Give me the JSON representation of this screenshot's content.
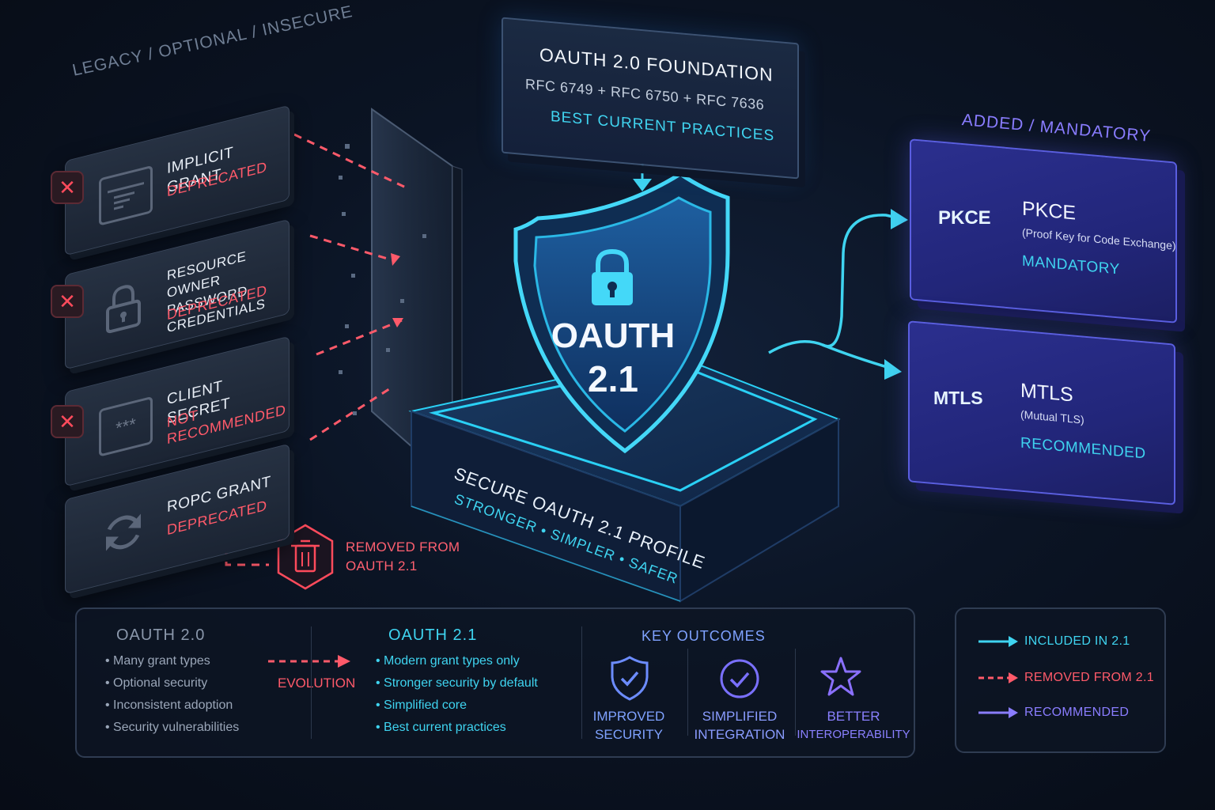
{
  "sections": {
    "legacy_label": "LEGACY / OPTIONAL / INSECURE",
    "added_label": "ADDED / MANDATORY"
  },
  "legacy_cards": [
    {
      "title": "IMPLICIT GRANT",
      "status": "DEPRECATED",
      "icon": "browser-window-icon"
    },
    {
      "title": "RESOURCE OWNER PASSWORD CREDENTIALS",
      "title_line1": "RESOURCE OWNER",
      "title_line2": "PASSWORD CREDENTIALS",
      "status": "DEPRECATED",
      "icon": "lock-icon"
    },
    {
      "title": "CLIENT SECRET",
      "status": "NOT RECOMMENDED",
      "icon": "password-field-icon",
      "icon_glyph": "***"
    },
    {
      "title": "ROPC GRANT",
      "status": "DEPRECATED",
      "icon": "refresh-icon"
    }
  ],
  "removed": {
    "line1": "REMOVED FROM",
    "line2": "OAUTH 2.1",
    "icon": "trash-icon"
  },
  "foundation": {
    "title": "OAUTH 2.0 FOUNDATION",
    "rfc": [
      "RFC 6749",
      "RFC 6750",
      "RFC 7636"
    ],
    "rfc_line": "RFC 6749  +  RFC 6750  +  RFC 7636",
    "bcp": "BEST CURRENT PRACTICES"
  },
  "center": {
    "shield_line1": "OAUTH",
    "shield_line2": "2.1",
    "platform_title": "SECURE OAUTH 2.1 PROFILE",
    "platform_tagline": "STRONGER  •  SIMPLER  •  SAFER"
  },
  "right_cards": [
    {
      "badge": "PKCE",
      "name": "PKCE",
      "sub": "(Proof Key for Code Exchange)",
      "status": "MANDATORY"
    },
    {
      "badge": "MTLS",
      "name": "MTLS",
      "sub": "(Mutual TLS)",
      "status": "RECOMMENDED"
    }
  ],
  "summary": {
    "oauth20": {
      "title": "OAUTH 2.0",
      "bullets": [
        "Many grant types",
        "Optional security",
        "Inconsistent adoption",
        "Security vulnerabilities"
      ]
    },
    "evolution_label": "EVOLUTION",
    "oauth21": {
      "title": "OAUTH 2.1",
      "bullets": [
        "Modern grant types only",
        "Stronger security by default",
        "Simplified core",
        "Best current practices"
      ]
    },
    "outcomes": {
      "title": "KEY OUTCOMES",
      "items": [
        {
          "line1": "IMPROVED",
          "line2": "SECURITY",
          "icon": "shield-check-icon"
        },
        {
          "line1": "SIMPLIFIED",
          "line2": "INTEGRATION",
          "icon": "circle-check-icon"
        },
        {
          "line1": "BETTER",
          "line2": "INTEROPERABILITY",
          "icon": "star-icon"
        }
      ]
    }
  },
  "legend": [
    {
      "label": "INCLUDED IN 2.1",
      "color": "#3fd4f0",
      "style": "solid"
    },
    {
      "label": "REMOVED FROM 2.1",
      "color": "#ff5a6a",
      "style": "dashed"
    },
    {
      "label": "RECOMMENDED",
      "color": "#8a7dff",
      "style": "solid"
    }
  ],
  "colors": {
    "accent_cyan": "#3fd4f0",
    "removed_red": "#ff5a6a",
    "recommended_purple": "#8a7dff"
  }
}
